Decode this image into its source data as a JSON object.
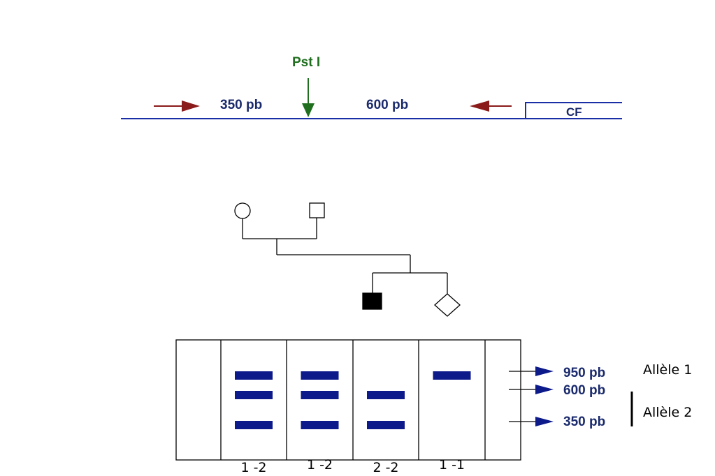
{
  "restriction_map": {
    "enzyme_label": "Pst I",
    "left_fragment": "350 pb",
    "right_fragment": "600 pb",
    "gene_label": "CF"
  },
  "pedigree": {
    "members": [
      {
        "role": "mother",
        "shape": "circle",
        "affected": false
      },
      {
        "role": "father",
        "shape": "square",
        "affected": false
      },
      {
        "role": "son",
        "shape": "square",
        "affected": true
      },
      {
        "role": "fetus",
        "shape": "diamond",
        "affected": false
      }
    ]
  },
  "gel": {
    "lanes": [
      {
        "genotype": "",
        "bands": []
      },
      {
        "genotype": "1 -2",
        "bands": [
          "950 pb",
          "600 pb",
          "350 pb"
        ]
      },
      {
        "genotype": "1 -2",
        "bands": [
          "950 pb",
          "600 pb",
          "350 pb"
        ]
      },
      {
        "genotype": "2 -2",
        "bands": [
          "600 pb",
          "350 pb"
        ]
      },
      {
        "genotype": "1 -1",
        "bands": [
          "950 pb"
        ]
      },
      {
        "genotype": "",
        "bands": []
      }
    ],
    "markers": [
      "950 pb",
      "600 pb",
      "350 pb"
    ],
    "allele1_label": "Allèle 1",
    "allele2_label": "Allèle 2"
  },
  "colors": {
    "line_blue": "#1a2ea6",
    "band_navy": "#0d1a8a",
    "text_navy": "#1a2a6c",
    "enzyme_green": "#1f6f1f",
    "arrow_red": "#8b1a1a"
  }
}
